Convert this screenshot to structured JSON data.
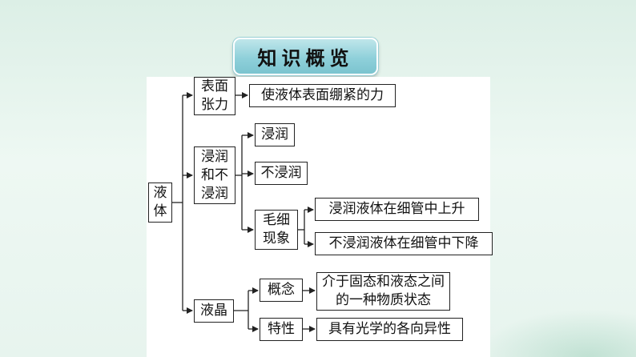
{
  "title": "知识概览",
  "root": "液体",
  "branch1": {
    "label": "表面张力",
    "desc": "使液体表面绷紧的力"
  },
  "branch2": {
    "label": "浸润和不浸润",
    "leaf_wet": "浸润",
    "leaf_nonwet": "不浸润",
    "capillary": {
      "label": "毛细现象",
      "up": "浸润液体在细管中上升",
      "down": "不浸润液体在细管中下降"
    }
  },
  "branch3": {
    "label": "液晶",
    "concept": {
      "label": "概念",
      "desc": "介于固态和液态之间的一种物质状态"
    },
    "property": {
      "label": "特性",
      "desc": "具有光学的各向异性"
    }
  }
}
